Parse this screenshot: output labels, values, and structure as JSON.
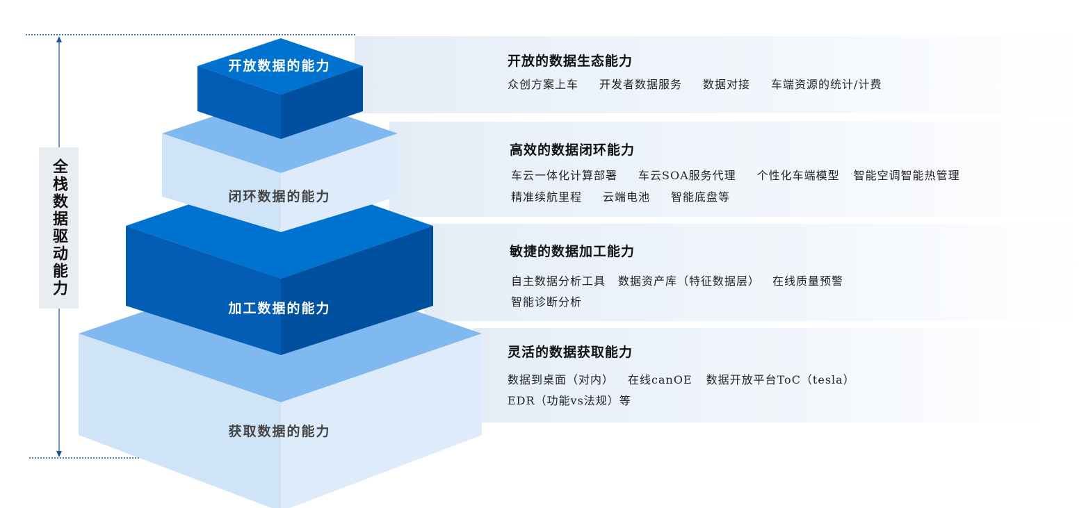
{
  "side_label": "全栈数据驱动能力",
  "layers": [
    {
      "block": "开放数据的能力",
      "title": "开放的数据生态能力",
      "lines": [
        [
          "众创方案上车",
          "开发者数据服务",
          "数据对接",
          "车端资源的统计/计费"
        ]
      ]
    },
    {
      "block": "闭环数据的能力",
      "title": "高效的数据闭环能力",
      "lines": [
        [
          "车云一体化计算部署",
          "车云SOA服务代理",
          "个性化车端模型",
          "智能空调智能热管理"
        ],
        [
          "精准续航里程",
          "云端电池",
          "智能底盘等"
        ]
      ]
    },
    {
      "block": "加工数据的能力",
      "title": "敏捷的数据加工能力",
      "lines": [
        [
          "自主数据分析工具",
          "数据资产库（特征数据层）",
          "在线质量预警"
        ],
        [
          "智能诊断分析"
        ]
      ]
    },
    {
      "block": "获取数据的能力",
      "title": "灵活的数据获取能力",
      "lines": [
        [
          "数据到桌面（对内）",
          "在线canOE",
          "数据开放平台ToC（tesla）"
        ],
        [
          "EDR（功能vs法规）等"
        ]
      ]
    }
  ],
  "colors": {
    "dark_left": "#035db4",
    "dark_right": "#0050a0",
    "dark_top": "#0073d0",
    "light_top": "#80b9ef",
    "light_left": "#d0e4f7",
    "light_right": "#ddebfb",
    "arrow": "#1a4f9c"
  }
}
